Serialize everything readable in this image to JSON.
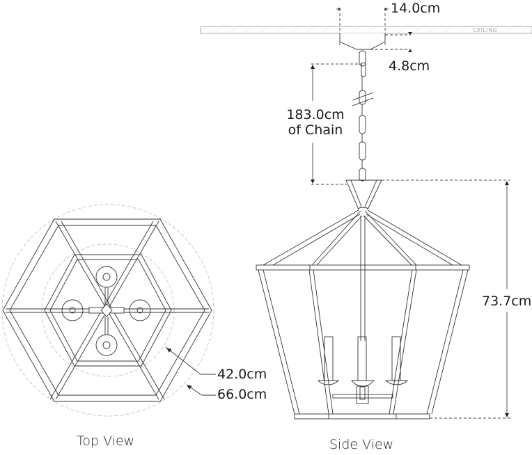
{
  "diagram": {
    "title": "Lantern pendant dimension drawing",
    "views": {
      "top": {
        "label": "Top View"
      },
      "side": {
        "label": "Side View"
      }
    },
    "ceiling": {
      "label": "CEILING"
    },
    "dimensions": {
      "canopy_width": "14.0cm",
      "canopy_height": "4.8cm",
      "chain_length_value": "183.0cm",
      "chain_length_suffix": "of Chain",
      "fixture_height": "73.7cm",
      "inner_diameter": "42.0cm",
      "outer_diameter": "66.0cm"
    },
    "colors": {
      "line": "#333333",
      "dashed": "#555555",
      "guide_circle": "#bbbbbb",
      "ceiling_hatch": "#999999"
    }
  }
}
